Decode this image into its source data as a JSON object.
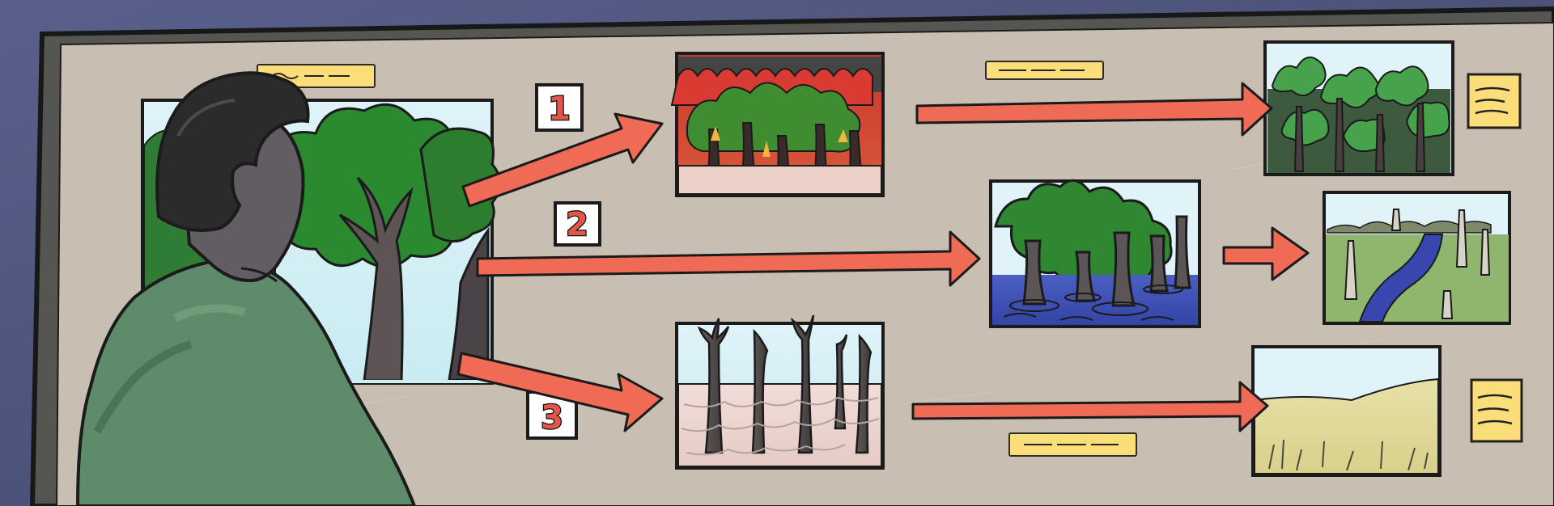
{
  "steps": [
    {
      "number": "1"
    },
    {
      "number": "2"
    },
    {
      "number": "3"
    }
  ],
  "colors": {
    "board": "#c6bdb0",
    "board_frame": "#5d5b57",
    "arrow": "#ef6b55",
    "sticky_note": "#fbde7a",
    "shirt": "#5e8c6b",
    "hair": "#2b2b2b"
  },
  "icons": [
    "forest-panel",
    "fire-panel",
    "flood-panel",
    "drought-panel",
    "regrowth-panel",
    "swamp-panel",
    "grassland-panel",
    "sticky-note-icon",
    "arrow-icon"
  ]
}
